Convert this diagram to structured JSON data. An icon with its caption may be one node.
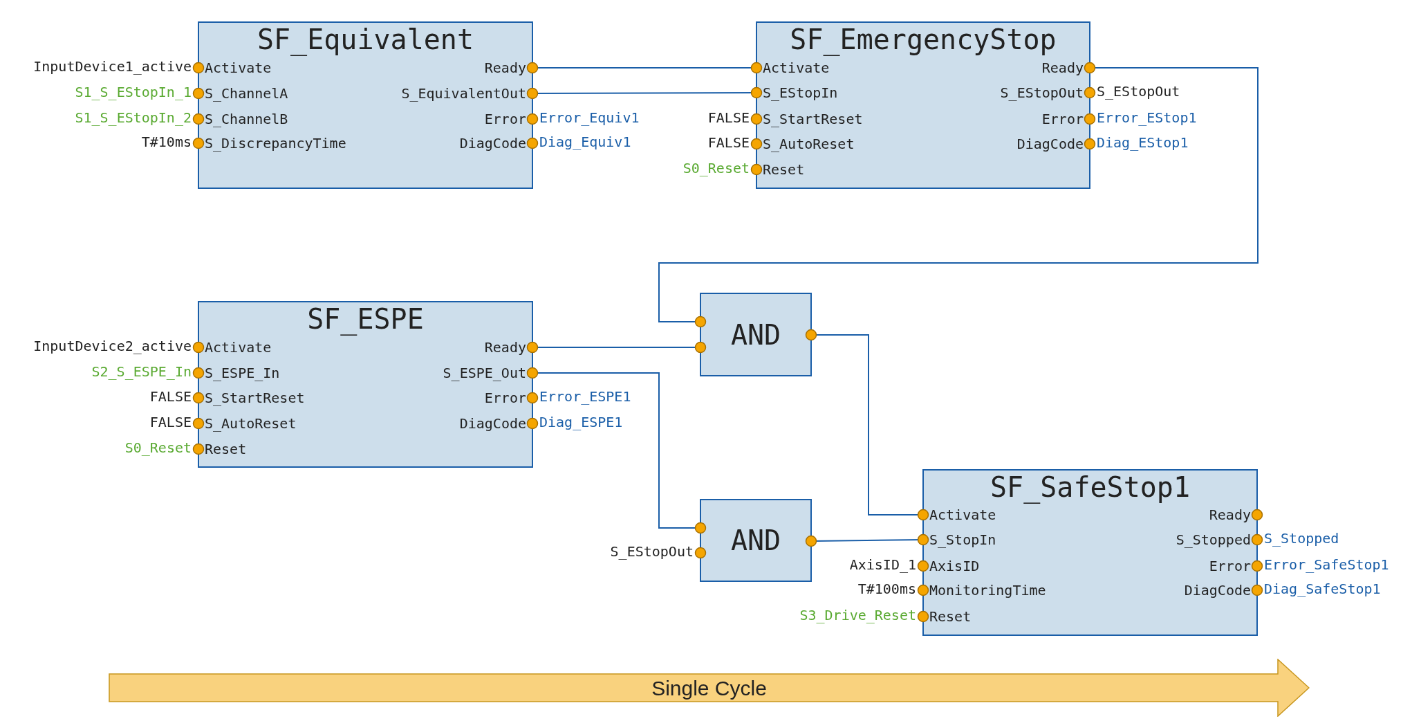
{
  "diagram": {
    "nodes": [
      {
        "text": [
          "SF_Equivalent",
          "Activate",
          "S_ChannelA",
          "S_ChannelB",
          "S_DiscrepancyTime",
          "Ready",
          "S_EquivalentOut",
          "Error",
          "DiagCode"
        ],
        "beside": [
          "InputDevice1_active",
          "S1_S_EStopIn_1",
          "S1_S_EStopIn_2",
          "T#10ms",
          "Error_Equiv1",
          "Diag_Equiv1"
        ]
      },
      {
        "text": [
          "SF_EmergencyStop",
          "Activate",
          "S_EStopIn",
          "S_StartReset",
          "S_AutoReset",
          "Reset",
          "Ready",
          "S_EStopOut",
          "Error",
          "DiagCode"
        ],
        "beside": [
          "FALSE",
          "FALSE",
          "S0_Reset",
          "S_EStopOut",
          "Error_EStop1",
          "Diag_EStop1"
        ]
      },
      {
        "text": [
          "SF_ESPE",
          "Activate",
          "S_ESPE_In",
          "S_StartReset",
          "S_AutoReset",
          "Reset",
          "Ready",
          "S_ESPE_Out",
          "Error",
          "DiagCode"
        ],
        "beside": [
          "InputDevice2_active",
          "S2_S_ESPE_In",
          "FALSE",
          "FALSE",
          "S0_Reset",
          "Error_ESPE1",
          "Diag_ESPE1"
        ]
      },
      {
        "text": [
          "AND"
        ]
      },
      {
        "text": [
          "AND"
        ],
        "beside": [
          "S_EStopOut"
        ]
      },
      {
        "text": [
          "SF_SafeStop1",
          "Activate",
          "S_StopIn",
          "AxisID",
          "MonitoringTime",
          "Reset",
          "Ready",
          "S_Stopped",
          "Error",
          "DiagCode"
        ],
        "beside": [
          "AxisID_1",
          "T#100ms",
          "S3_Drive_Reset",
          "S_Stopped",
          "Error_SafeStop1",
          "Diag_SafeStop1"
        ]
      },
      {
        "text": [
          "Single Cycle"
        ]
      }
    ],
    "edges": [
      {
        "from": 0,
        "to": 1,
        "arrow": "none"
      },
      {
        "from": 0,
        "to": 1,
        "arrow": "none"
      },
      {
        "from": 1,
        "to": 3,
        "arrow": "none"
      },
      {
        "from": 2,
        "to": 3,
        "arrow": "none"
      },
      {
        "from": 2,
        "to": 4,
        "arrow": "none"
      },
      {
        "from": 3,
        "to": 5,
        "arrow": "none"
      },
      {
        "from": 4,
        "to": 5,
        "arrow": "none"
      }
    ]
  }
}
